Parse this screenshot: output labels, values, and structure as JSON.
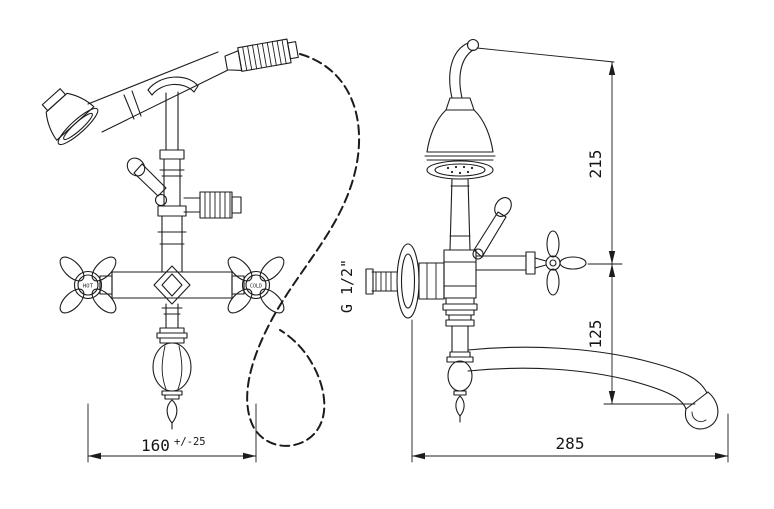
{
  "drawing": {
    "front_view": {
      "hot_label": "HOT",
      "cold_label": "COLD",
      "width_dim": {
        "value": "160",
        "tolerance": "+/-25"
      }
    },
    "side_view": {
      "thread_label": "G 1/2\"",
      "height_upper_dim": "215",
      "height_lower_dim": "125",
      "depth_dim": "285"
    }
  }
}
